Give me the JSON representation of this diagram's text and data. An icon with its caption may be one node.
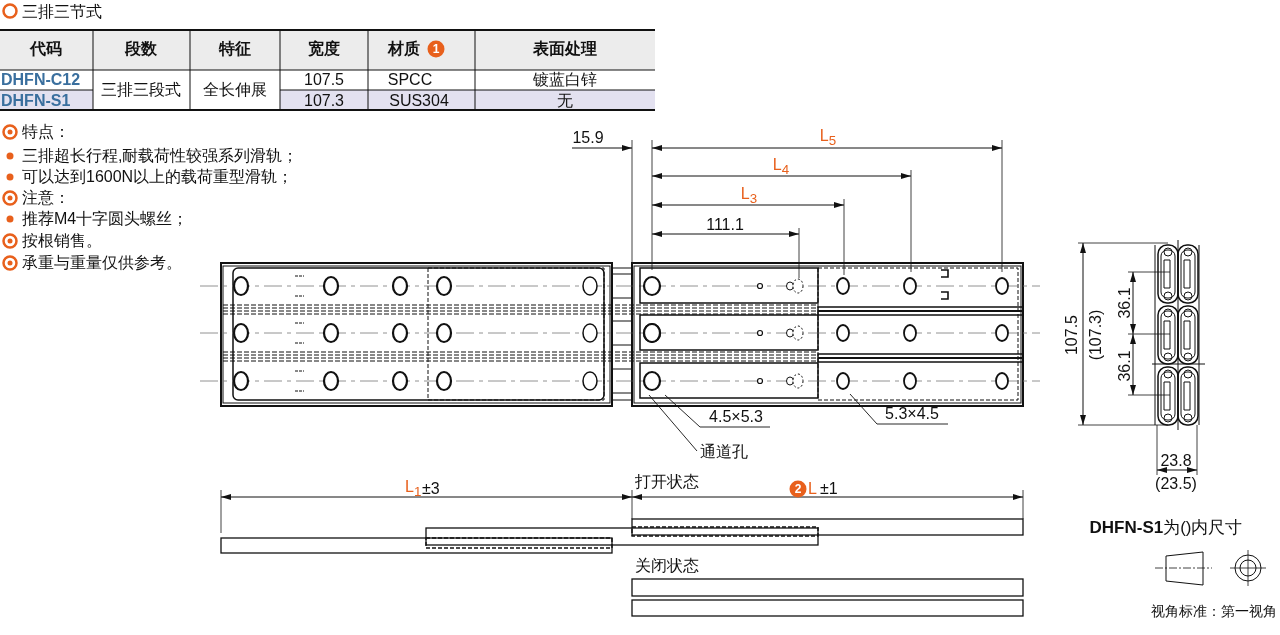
{
  "diagram": {
    "title": "三排三节式",
    "nodes": [
      {
        "text": [
          "4.5×5.3"
        ]
      },
      {
        "text": [
          "通道孔"
        ]
      },
      {
        "text": [
          "5.3×4.5"
        ]
      }
    ],
    "edges": [
      {
        "from": 0,
        "to": null,
        "arrow": "none"
      },
      {
        "from": 1,
        "to": null,
        "arrow": "none"
      },
      {
        "from": 2,
        "to": null,
        "arrow": "none"
      }
    ],
    "labels": [
      "代码",
      "段数",
      "特征",
      "宽度",
      "材质",
      "1",
      "表面处理",
      "DHFN-C12",
      "三排三段式",
      "全长伸展",
      "107.5",
      "SPCC",
      "镀蓝白锌",
      "DHFN-S1",
      "107.3",
      "SUS304",
      "无",
      "特点：",
      "三排超长行程,耐载荷性较强系列滑轨；",
      "可以达到1600N以上的载荷重型滑轨；",
      "注意：",
      "推荐M4十字圆头螺丝；",
      "按根销售。",
      "承重与重量仅供参考。",
      "15.9",
      "L$_{5}$",
      "L$_{4}$",
      "L$_{3}$",
      "111.1",
      "107.5",
      "(107.3)",
      "36.1",
      "36.1",
      "23.8",
      "L$_{1}$",
      "±3",
      "打开状态",
      "2",
      "L",
      "±1",
      "(23.5)",
      "**DHFN-S1**为()内尺寸",
      "关闭状态",
      "视角标准：第一视角"
    ]
  }
}
